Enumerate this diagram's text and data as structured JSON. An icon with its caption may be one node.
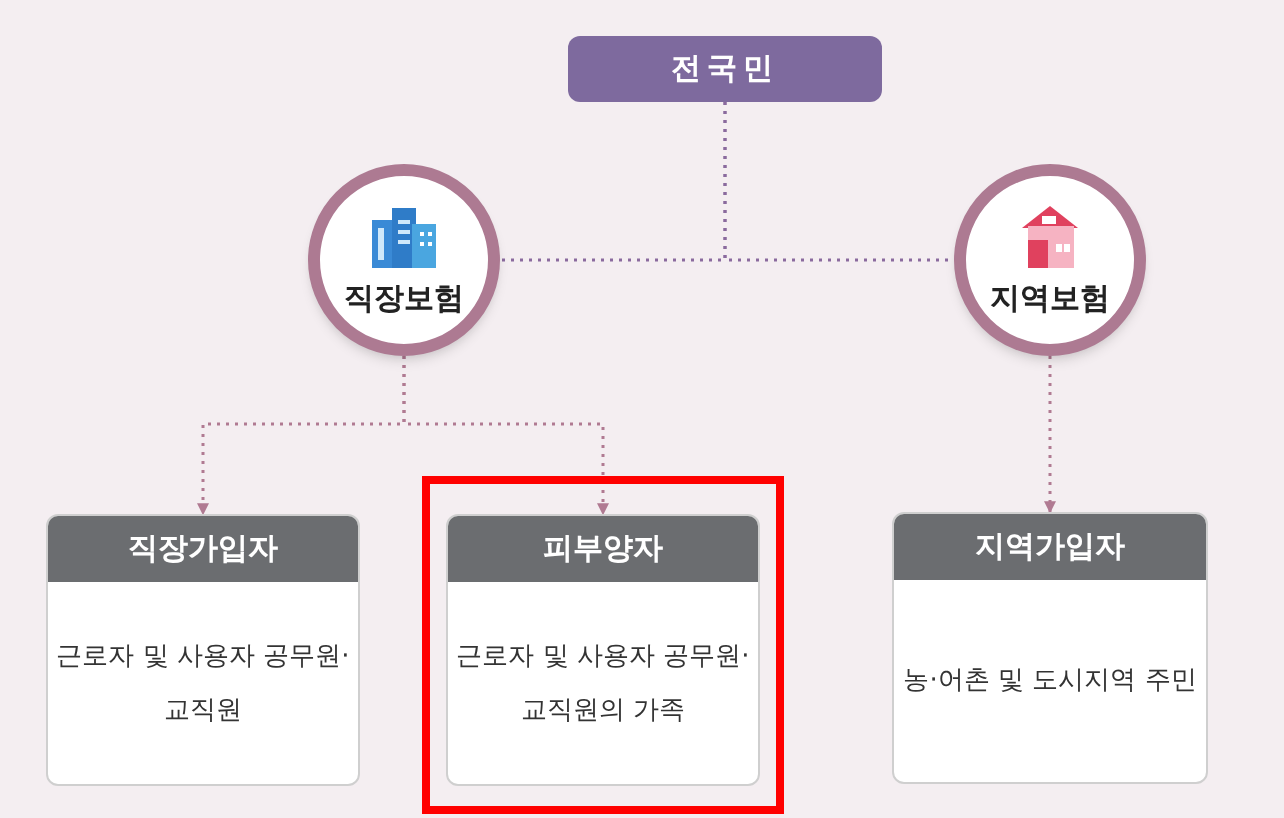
{
  "diagram": {
    "nodes": [
      {
        "text": [
          "전국민"
        ]
      },
      {
        "text": [
          "직장보험"
        ]
      },
      {
        "text": [
          "지역보험"
        ]
      },
      {
        "text": [
          "직장가입자",
          "근로자 및 사용자 공무원·교직원"
        ]
      },
      {
        "text": [
          "피부양자",
          "근로자 및 사용자 공무원·교직원의 가족"
        ]
      },
      {
        "text": [
          "지역가입자",
          "농·어촌 및 도시지역 주민"
        ]
      }
    ],
    "edges": [
      {
        "from": 0,
        "to": 1,
        "arrow": "none",
        "style": "dashed",
        "color": "#8a6a9e"
      },
      {
        "from": 0,
        "to": 2,
        "arrow": "none",
        "style": "dashed",
        "color": "#8a6a9e"
      },
      {
        "from": 1,
        "to": 3,
        "arrow": "to",
        "style": "dashed",
        "color": "#b07a92"
      },
      {
        "from": 1,
        "to": 4,
        "arrow": "to",
        "style": "dashed",
        "color": "#b07a92"
      },
      {
        "from": 2,
        "to": 5,
        "arrow": "to",
        "style": "dashed",
        "color": "#b07a92"
      }
    ]
  }
}
